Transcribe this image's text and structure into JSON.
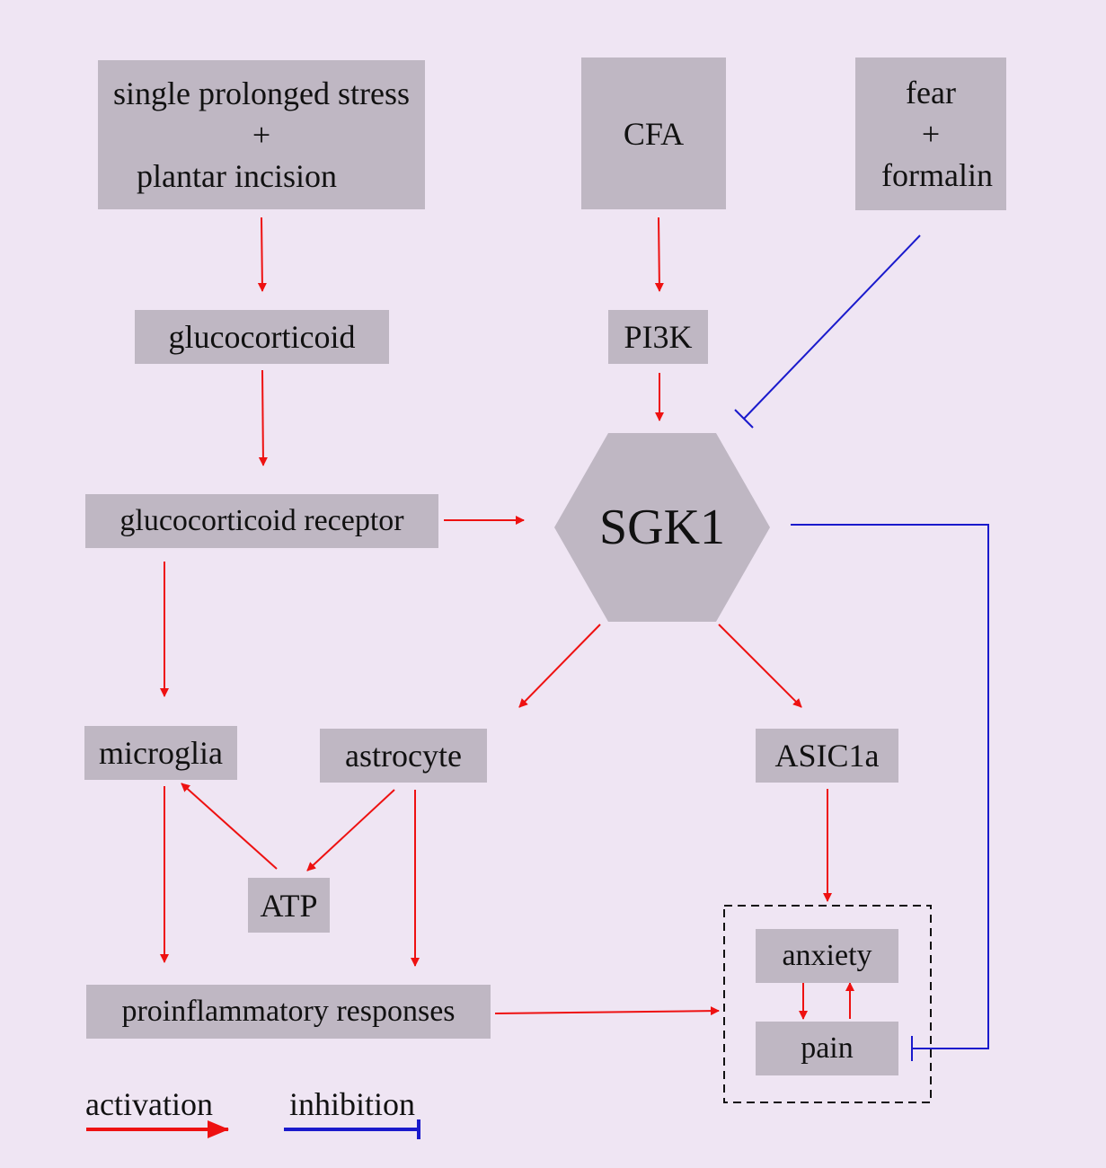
{
  "nodes": {
    "sps_line1": "single prolonged stress",
    "sps_plus": "+",
    "sps_line3": "plantar incision",
    "cfa": "CFA",
    "fear_line1": "fear",
    "fear_plus": "+",
    "fear_line3": "formalin",
    "glucocorticoid": "glucocorticoid",
    "pi3k": "PI3K",
    "sgk1": "SGK1",
    "gr": "glucocorticoid receptor",
    "microglia": "microglia",
    "astrocyte": "astrocyte",
    "asic1a": "ASIC1a",
    "atp": "ATP",
    "anxiety": "anxiety",
    "pain": "pain",
    "proinflammatory": "proinflammatory responses"
  },
  "legend": {
    "activation": "activation",
    "inhibition": "inhibition"
  },
  "colors": {
    "background": "#efe5f3",
    "node": "#bfb7c3",
    "activation": "#ee1111",
    "inhibition": "#1a1acc"
  }
}
